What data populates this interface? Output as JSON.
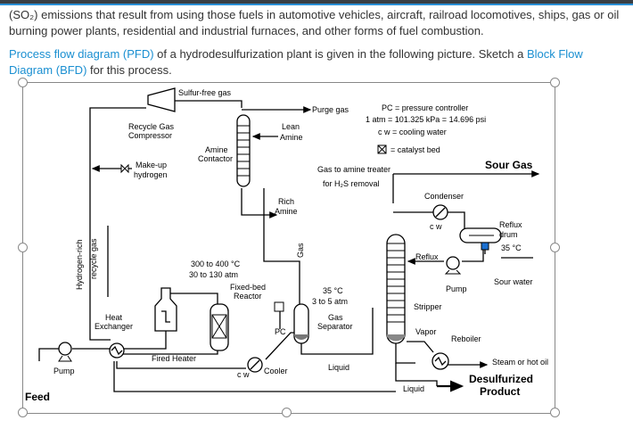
{
  "para1": "(SO₂) emissions that result from using those fuels in automotive vehicles, aircraft, railroad locomotives, ships, gas or oil burning power plants, residential and industrial furnaces, and other forms of fuel combustion.",
  "para2": {
    "pfd_link": "Process flow diagram (PFD)",
    "mid": " of a hydrodesulfurization plant is given in the following picture. Sketch a ",
    "bfd_link": "Block Flow Diagram (BFD)",
    "end": " for this process."
  },
  "diagram": {
    "legend": {
      "pc": "PC = pressure controller",
      "atm1": "1 atm = 101.325 kPa = 14.696 psi",
      "cw": "c w  = cooling water",
      "bed": "= catalyst bed"
    },
    "labels": {
      "sulfur_free_gas": "Sulfur-free gas",
      "purge_gas": "Purge gas",
      "recycle_gas": "Recycle Gas",
      "compressor": "Compressor",
      "lean": "Lean",
      "amine": "Amine",
      "amine_contactor_1": "Amine",
      "amine_contactor_2": "Contactor",
      "makeup_1": "Make-up",
      "makeup_2": "hydrogen",
      "gas_to_amine": "Gas to amine treater",
      "for_h2s": "for H₂S removal",
      "sour_gas": "Sour Gas",
      "rich": "Rich",
      "rich_amine": "Amine",
      "condenser": "Condenser",
      "cw_cond": "c w",
      "reflux_drum_1": "Reflux",
      "reflux_drum_2": "drum",
      "reflux_temp": "35 °C",
      "hydrogen_rich_1": "Hydrogen-rich",
      "hydrogen_rich_2": "recycle gas",
      "gas": "Gas",
      "reflux": "Reflux",
      "sour_water": "Sour water",
      "pump_right": "Pump",
      "temp_range": "300 to 400 °C",
      "pressure_range": "30 to 130 atm",
      "fixed_bed_1": "Fixed-bed",
      "fixed_bed_2": "Reactor",
      "sep_temp": "35 °C",
      "sep_pressure": "3 to 5 atm",
      "stripper": "Stripper",
      "heat_1": "Heat",
      "heat_2": "Exchanger",
      "pc": "PC",
      "gas_sep_1": "Gas",
      "gas_sep_2": "Separator",
      "vapor": "Vapor",
      "reboiler": "Reboiler",
      "fired_heater": "Fired Heater",
      "steam": "Steam or hot oil",
      "liquid_mid": "Liquid",
      "cw_cooler": "c w",
      "cooler": "Cooler",
      "pump_left": "Pump",
      "desulf_1": "Desulfurized",
      "desulf_2": "Product",
      "liquid_bottom": "Liquid",
      "feed": "Feed"
    }
  }
}
